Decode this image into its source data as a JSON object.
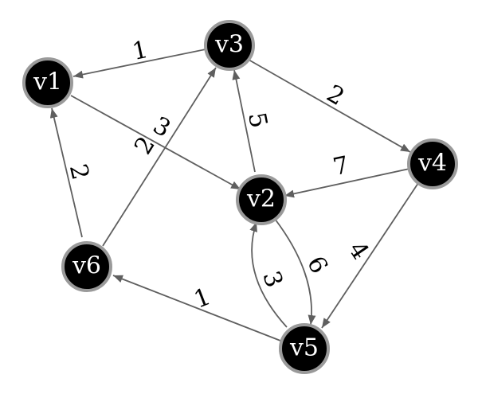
{
  "graph": {
    "directed": true,
    "nodes": [
      {
        "id": "v1",
        "label": "v1"
      },
      {
        "id": "v2",
        "label": "v2"
      },
      {
        "id": "v3",
        "label": "v3"
      },
      {
        "id": "v4",
        "label": "v4"
      },
      {
        "id": "v5",
        "label": "v5"
      },
      {
        "id": "v6",
        "label": "v6"
      }
    ],
    "edges": [
      {
        "from": "v3",
        "to": "v1",
        "weight": "1"
      },
      {
        "from": "v3",
        "to": "v4",
        "weight": "2"
      },
      {
        "from": "v1",
        "to": "v2",
        "weight": "3"
      },
      {
        "from": "v6",
        "to": "v3",
        "weight": "2"
      },
      {
        "from": "v2",
        "to": "v3",
        "weight": "5"
      },
      {
        "from": "v6",
        "to": "v1",
        "weight": "2"
      },
      {
        "from": "v4",
        "to": "v2",
        "weight": "7"
      },
      {
        "from": "v4",
        "to": "v5",
        "weight": "4"
      },
      {
        "from": "v2",
        "to": "v5",
        "weight": "6"
      },
      {
        "from": "v5",
        "to": "v2",
        "weight": "3"
      },
      {
        "from": "v5",
        "to": "v6",
        "weight": "1"
      }
    ],
    "colors": {
      "node_fill": "#000000",
      "node_ring": "#9a9a9a",
      "edge": "#5f5f5f",
      "label": "#ffffff"
    }
  }
}
